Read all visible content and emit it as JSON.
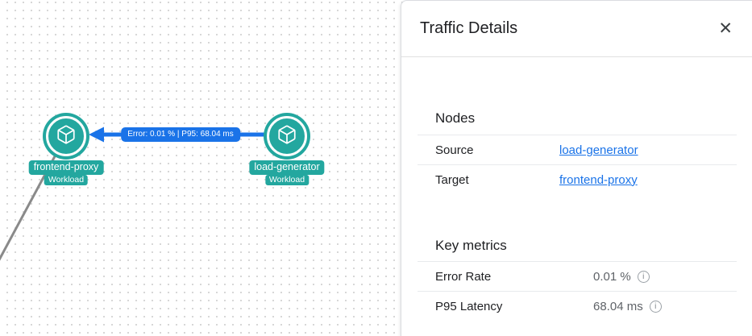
{
  "colors": {
    "teal": "#23a79f",
    "blue": "#1a73e8",
    "link": "#1a73e8",
    "text-primary": "#202124",
    "text-secondary": "#5f6368",
    "divider": "#e8eaed",
    "canvas-dot": "#d7d7d7",
    "edge-gray": "#8a8a8a"
  },
  "icons": {
    "close": "✕",
    "info": "i"
  },
  "canvas": {
    "nodes": [
      {
        "name": "frontend-proxy",
        "type": "Workload"
      },
      {
        "name": "load-generator",
        "type": "Workload"
      }
    ],
    "edge": {
      "label": "Error: 0.01 % | P95: 68.04 ms",
      "source": "load-generator",
      "target": "frontend-proxy"
    }
  },
  "panel": {
    "title": "Traffic Details",
    "nodes_section": {
      "heading": "Nodes",
      "rows": [
        {
          "label": "Source",
          "value": "load-generator"
        },
        {
          "label": "Target",
          "value": "frontend-proxy"
        }
      ]
    },
    "metrics_section": {
      "heading": "Key metrics",
      "rows": [
        {
          "label": "Error Rate",
          "value": "0.01 %"
        },
        {
          "label": "P95 Latency",
          "value": "68.04 ms"
        }
      ]
    }
  }
}
